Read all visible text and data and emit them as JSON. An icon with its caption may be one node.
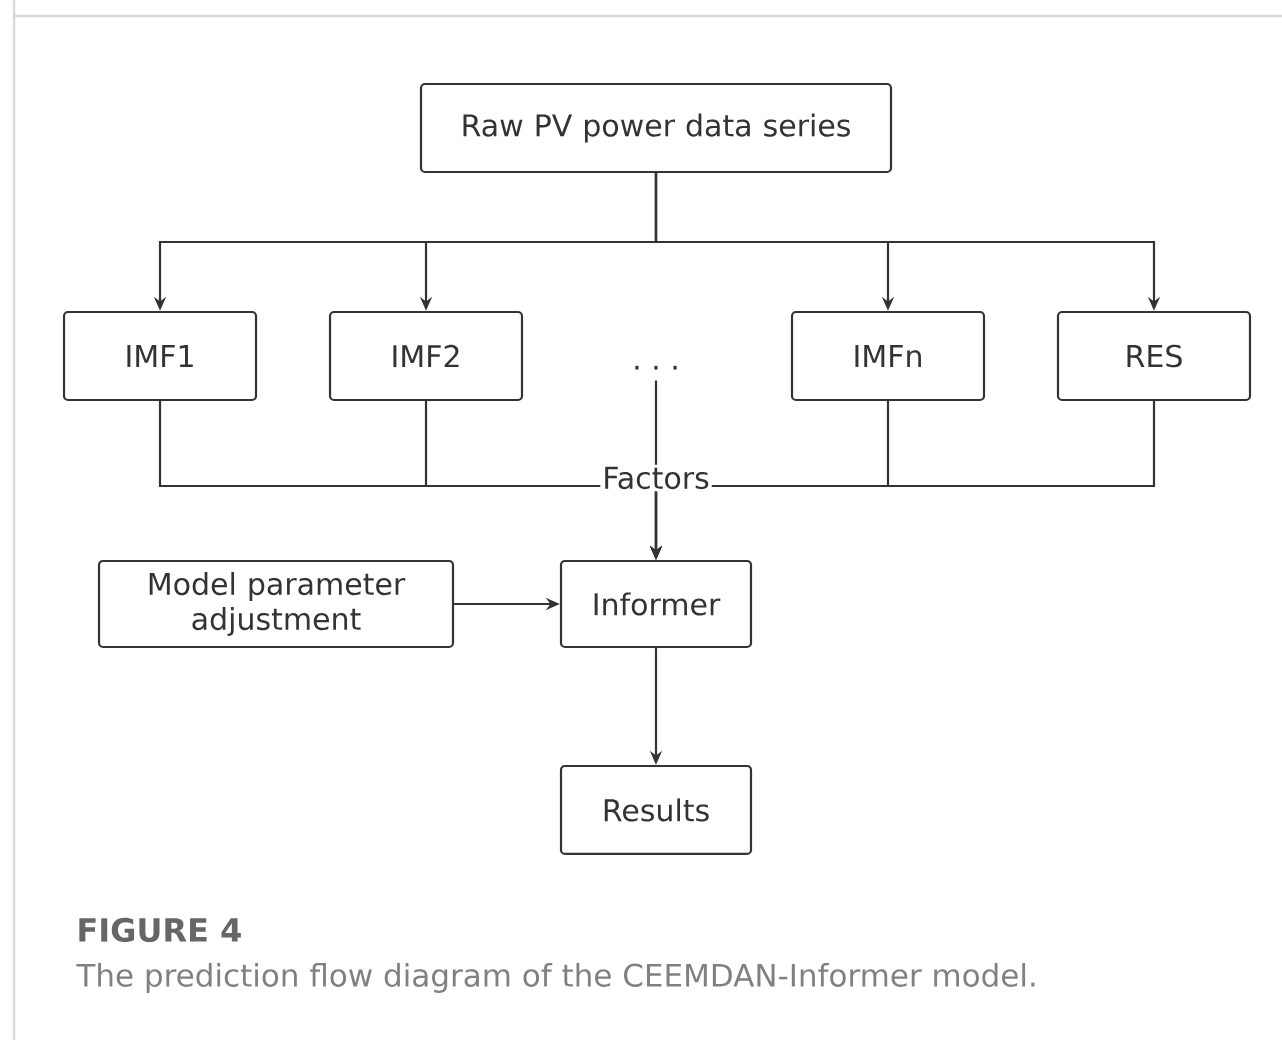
{
  "diagram": {
    "title": "FIGURE 4",
    "caption": "The prediction flow diagram of the CEEMDAN-Informer model.",
    "nodes": [
      {
        "text": [
          "Raw PV power data series"
        ]
      },
      {
        "text": [
          "IMF1"
        ]
      },
      {
        "text": [
          "IMF2"
        ]
      },
      {
        "text": [
          "· · ·"
        ]
      },
      {
        "text": [
          "IMFn"
        ]
      },
      {
        "text": [
          "RES"
        ]
      },
      {
        "text": [
          "Informer"
        ]
      },
      {
        "text": [
          "Model parameter adjustment"
        ]
      },
      {
        "text": [
          "Results"
        ]
      }
    ],
    "edges": [
      {
        "from": 0,
        "to": 1,
        "arrow": "to"
      },
      {
        "from": 0,
        "to": 2,
        "arrow": "to"
      },
      {
        "from": 0,
        "to": 4,
        "arrow": "to"
      },
      {
        "from": 0,
        "to": 5,
        "arrow": "to"
      },
      {
        "from": 1,
        "to": 6,
        "arrow": "to"
      },
      {
        "from": 2,
        "to": 6,
        "arrow": "to"
      },
      {
        "from": 3,
        "to": 6,
        "arrow": "to"
      },
      {
        "from": 4,
        "to": 6,
        "arrow": "to"
      },
      {
        "from": 5,
        "to": 6,
        "arrow": "to"
      },
      {
        "from": 7,
        "to": 6,
        "arrow": "to"
      },
      {
        "from": 6,
        "to": 8,
        "arrow": "to"
      }
    ],
    "labels": [
      "Factors"
    ]
  }
}
